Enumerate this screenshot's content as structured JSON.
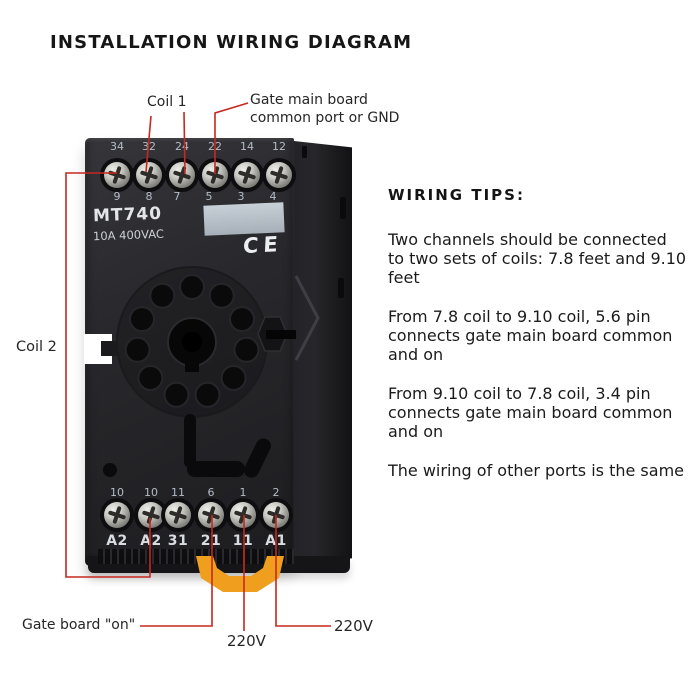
{
  "title": "INSTALLATION WIRING DIAGRAM",
  "socket": {
    "model": "MT740",
    "rating": "10A 400VAC",
    "ce_mark": "CE",
    "top_numbers": [
      "34",
      "32",
      "24",
      "22",
      "14",
      "12"
    ],
    "top_pin_numbers": [
      "9",
      "8",
      "7",
      "5",
      "3",
      "4"
    ],
    "bottom_pin_numbers": [
      "10",
      "10",
      "11",
      "6",
      "1",
      "2"
    ],
    "bottom_labels": [
      "A2",
      "A2",
      "31",
      "21",
      "11",
      "A1"
    ]
  },
  "annotations": {
    "coil1_label": "Coil 1",
    "coil2_label": "Coil 2",
    "gate_top_line1": "Gate main board",
    "gate_top_line2": "common port or GND",
    "gate_on_label": "Gate board \"on\"",
    "voltage_center_label": "220V",
    "voltage_right_label": "220V"
  },
  "tips": {
    "heading": "WIRING TIPS:",
    "paragraphs": [
      {
        "lines": [
          "Two channels should be connected",
          "to two sets of coils: 7.8 feet and 9.10",
          "feet"
        ]
      },
      {
        "lines": [
          "From 7.8 coil to 9.10 coil, 5.6 pin",
          "connects gate main board common",
          "and on"
        ]
      },
      {
        "lines": [
          "From 9.10 coil to 7.8 coil, 3.4 pin",
          "connects gate main board common",
          "and on"
        ]
      },
      {
        "lines": [
          "The wiring of other ports is the same"
        ]
      }
    ]
  },
  "colors": {
    "annotation_red": "#c5291f",
    "clip_orange": "#ef9f1d",
    "body_dark": "#232327"
  }
}
